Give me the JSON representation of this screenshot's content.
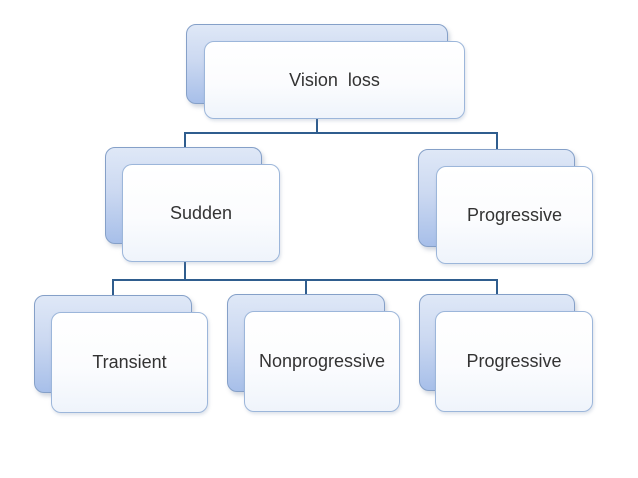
{
  "diagram": {
    "type": "hierarchy-flowchart",
    "colors": {
      "background": "#ffffff",
      "connector": "#2f5d8e",
      "back_box_fill_top": "#dfe8f7",
      "back_box_fill_bottom": "#a7bfe9",
      "back_box_border": "#85a0c8",
      "front_box_fill": "#fbfcfe",
      "front_box_border": "#9cb6da",
      "text": "#333333"
    },
    "nodes": {
      "root": {
        "label": "Vision  loss",
        "level": 1
      },
      "sudden": {
        "label": "Sudden",
        "level": 2,
        "parent": "Vision  loss"
      },
      "progressive_top": {
        "label": "Progressive",
        "level": 2,
        "parent": "Vision  loss"
      },
      "transient": {
        "label": "Transient",
        "level": 3,
        "parent": "Sudden"
      },
      "nonprogressive": {
        "label": "Nonprogressive",
        "level": 3,
        "parent": "Sudden"
      },
      "progressive_bottom": {
        "label": "Progressive",
        "level": 3,
        "parent": "Sudden"
      }
    }
  }
}
